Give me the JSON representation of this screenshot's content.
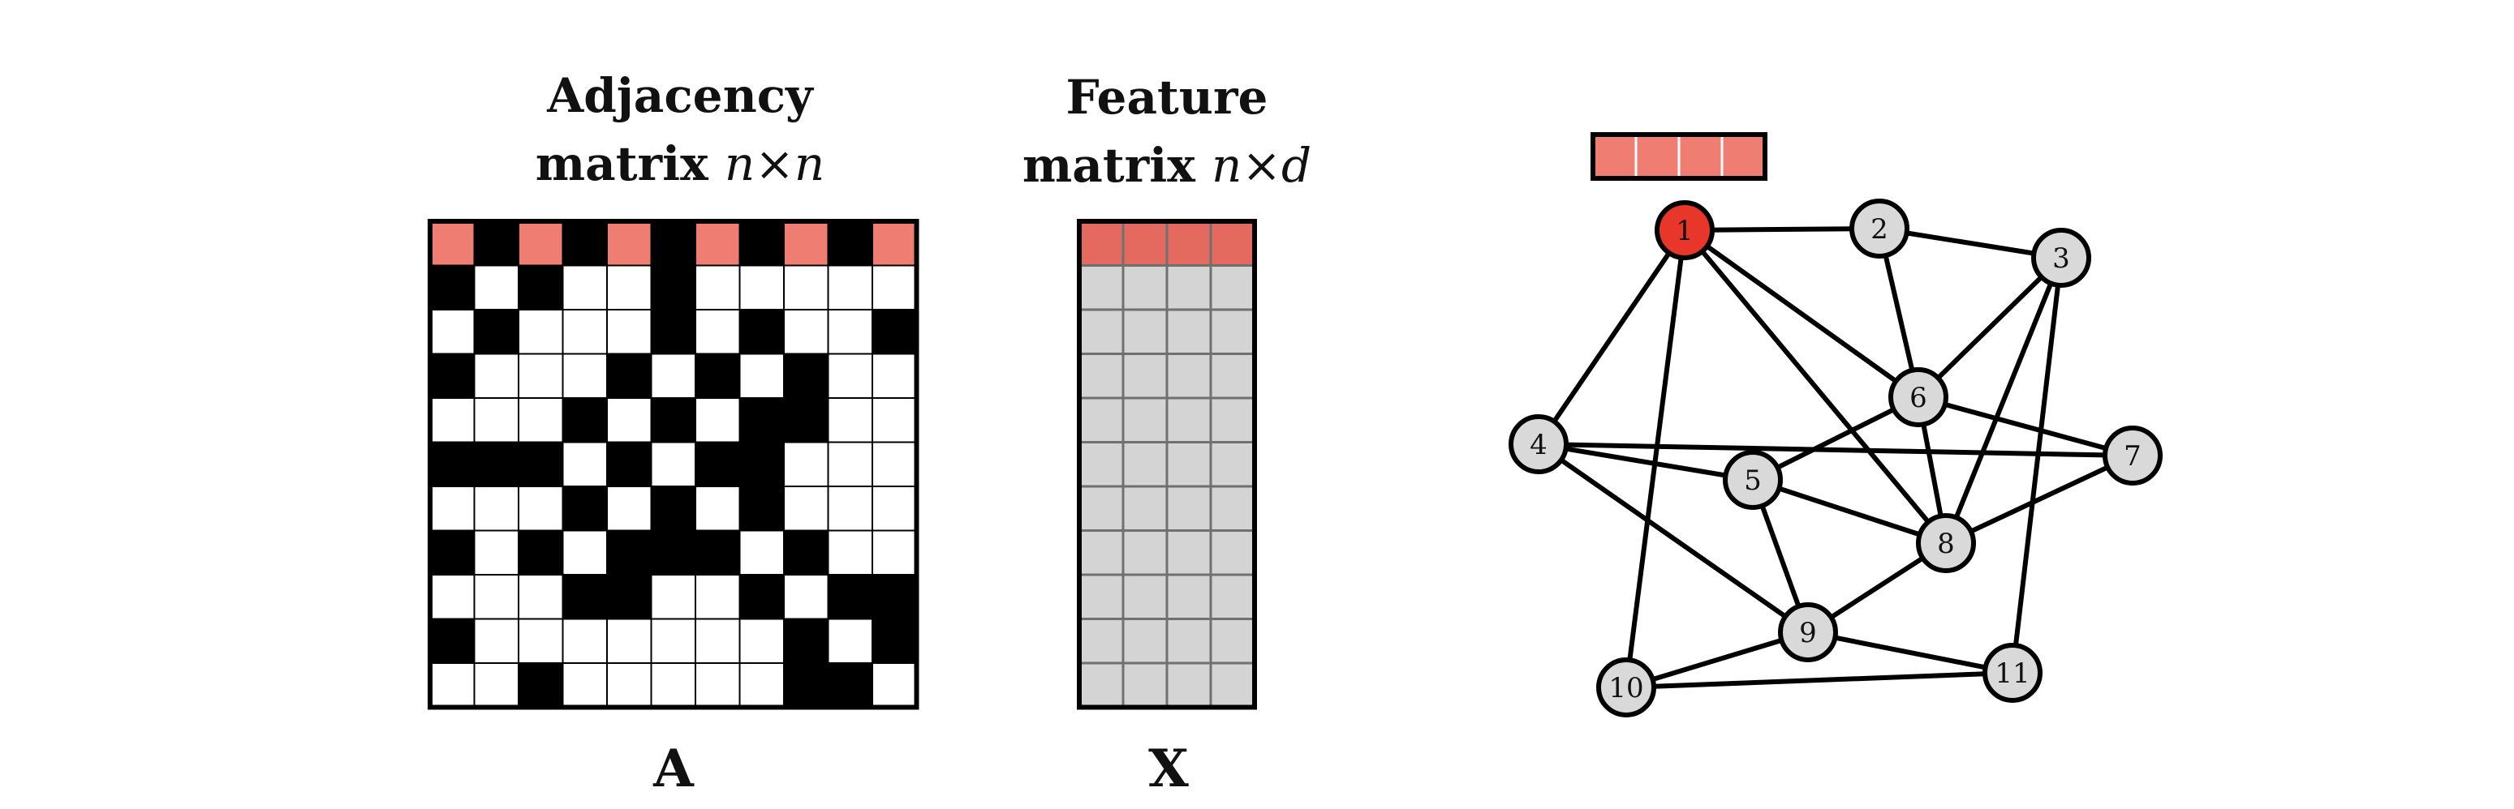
{
  "adjacency": {
    "title_line1": "Adjacency",
    "title_line2_prefix": "matrix ",
    "title_line2_math": "n×n",
    "label": "A",
    "rows": [
      "PBPBPBPBPBP",
      "BWBWWBWWWWW",
      "WBWWWBWBWWB",
      "BWWWBWBWBWW",
      "WWWBWBWBBWW",
      "BBBWBWBBWWW",
      "WWWBWBWBWWW",
      "BWBWBBBWBWW",
      "WWWBBWWBWBB",
      "BWWWWWWWBWB",
      "WWBWWWWWBBW"
    ],
    "colors": {
      "P": "#f07d72",
      "B": "#000000",
      "W": "#ffffff"
    }
  },
  "feature": {
    "title_line1": "Feature",
    "title_line2_prefix": "matrix ",
    "title_line2_math": "n×d",
    "label": "X",
    "rows": 11,
    "cols": 4,
    "highlight_row": 0,
    "highlight_color": "#e46a5f",
    "cell_color": "#d4d4d4"
  },
  "graph": {
    "feature_vector": {
      "cells": 4,
      "color": "#f07d72"
    },
    "highlight_color": "#e8362a",
    "node_color": "#d9d9d9",
    "nodes": [
      {
        "id": "1",
        "highlighted": true
      },
      {
        "id": "2"
      },
      {
        "id": "3"
      },
      {
        "id": "4"
      },
      {
        "id": "5"
      },
      {
        "id": "6"
      },
      {
        "id": "7"
      },
      {
        "id": "8"
      },
      {
        "id": "9"
      },
      {
        "id": "10"
      },
      {
        "id": "11"
      }
    ],
    "edges": [
      [
        "1",
        "2"
      ],
      [
        "1",
        "4"
      ],
      [
        "1",
        "6"
      ],
      [
        "1",
        "8"
      ],
      [
        "1",
        "10"
      ],
      [
        "2",
        "3"
      ],
      [
        "2",
        "6"
      ],
      [
        "3",
        "6"
      ],
      [
        "3",
        "8"
      ],
      [
        "3",
        "11"
      ],
      [
        "4",
        "5"
      ],
      [
        "4",
        "7"
      ],
      [
        "4",
        "9"
      ],
      [
        "5",
        "6"
      ],
      [
        "5",
        "8"
      ],
      [
        "5",
        "9"
      ],
      [
        "6",
        "7"
      ],
      [
        "6",
        "8"
      ],
      [
        "7",
        "8"
      ],
      [
        "8",
        "9"
      ],
      [
        "9",
        "10"
      ],
      [
        "9",
        "11"
      ],
      [
        "10",
        "11"
      ]
    ]
  }
}
